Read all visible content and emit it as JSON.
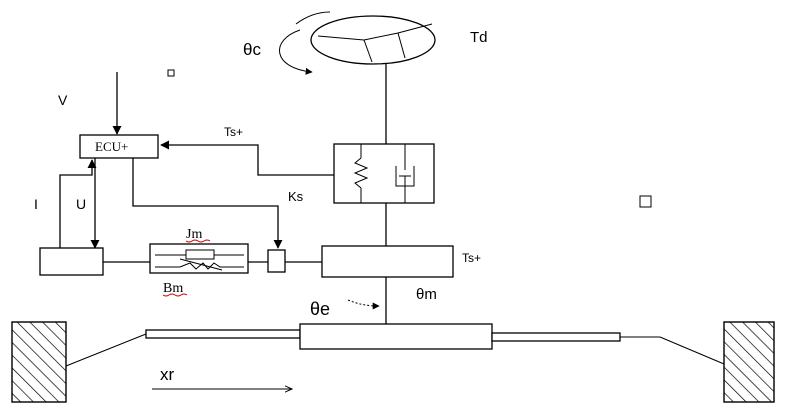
{
  "labels": {
    "theta_c": "θc",
    "td": "Td",
    "v": "V",
    "ecu": "ECU+",
    "ts_top": "Ts+",
    "ks": "Ks",
    "i": "I",
    "u": "U",
    "jm": "Jm",
    "bm": "Bm",
    "ts_right": "Ts+",
    "theta_e": "θe",
    "theta_m": "θm",
    "xr": "xr"
  },
  "colors": {
    "line": "#000000",
    "background": "#ffffff",
    "squiggle": "#cc0000"
  }
}
